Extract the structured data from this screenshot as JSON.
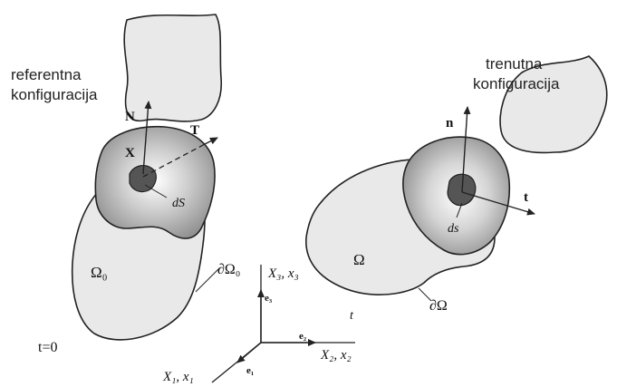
{
  "reference_configuration": {
    "label_line1": "referentna",
    "label_line2": "konfiguracija",
    "vector_N": "N",
    "vector_T": "T",
    "point_X": "X",
    "surface_element": "dS",
    "domain": "Ω₀",
    "boundary": "∂Ω₀",
    "time": "t=0"
  },
  "current_configuration": {
    "label_line1": "trenutna",
    "label_line2": "konfiguracija",
    "vector_n": "n",
    "vector_t": "t",
    "surface_element": "ds",
    "domain": "Ω",
    "boundary": "∂Ω",
    "time": "t"
  },
  "coordinate_system": {
    "axis1_label": "X₁, x₁",
    "axis2_label": "X₂, x₂",
    "axis3_label": "X₃, x₃",
    "basis1": "e₁",
    "basis2": "e₂",
    "basis3": "e₃"
  },
  "colors": {
    "shape_fill": "#e9e9e9",
    "stroke": "#222222",
    "cut_core": "#555555"
  }
}
